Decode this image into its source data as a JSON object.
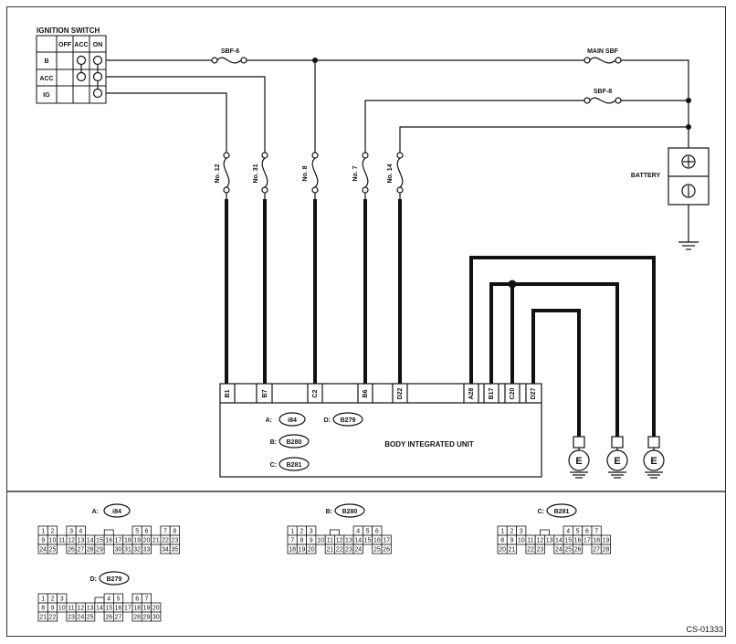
{
  "ignition_switch": {
    "title": "IGNITION SWITCH",
    "columns": [
      "OFF",
      "ACC",
      "ON"
    ],
    "rows": [
      "B",
      "ACC",
      "IG"
    ]
  },
  "fuses": {
    "sbf6": "SBF-6",
    "main_sbf": "MAIN SBF",
    "sbf8": "SBF-8",
    "no12": "No. 12",
    "no31": "No. 31",
    "no8": "No. 8",
    "no7": "No. 7",
    "no14": "No. 14"
  },
  "battery": {
    "label": "BATTERY",
    "plus": "⊕",
    "minus": "⊖"
  },
  "unit": {
    "title": "BODY INTEGRATED UNIT",
    "pins": [
      "B1",
      "B7",
      "C2",
      "B6",
      "D22",
      "A28",
      "B17",
      "C20",
      "D27"
    ],
    "legend": [
      {
        "key": "A:",
        "code": "i84"
      },
      {
        "key": "D:",
        "code": "B279"
      },
      {
        "key": "B:",
        "code": "B280"
      },
      {
        "key": "C:",
        "code": "B281"
      }
    ]
  },
  "ground_label": "E",
  "connectors": {
    "A": {
      "key": "A:",
      "code": "i84",
      "rows": [
        [
          "1",
          "2",
          "",
          "3",
          "4",
          "",
          "",
          "",
          "",
          "",
          "5",
          "6",
          "",
          "7",
          "8"
        ],
        [
          "9",
          "10",
          "11",
          "12",
          "13",
          "14",
          "15",
          "16",
          "17",
          "18",
          "19",
          "20",
          "21",
          "22",
          "23"
        ],
        [
          "24",
          "25",
          "",
          "26",
          "27",
          "28",
          "29",
          "",
          "30",
          "31",
          "32",
          "33",
          "",
          "34",
          "35"
        ]
      ]
    },
    "B": {
      "key": "B:",
      "code": "B280",
      "rows": [
        [
          "1",
          "2",
          "3",
          "",
          "",
          "",
          "",
          "4",
          "5",
          "6"
        ],
        [
          "7",
          "8",
          "9",
          "10",
          "11",
          "12",
          "13",
          "14",
          "15",
          "16",
          "17"
        ],
        [
          "18",
          "19",
          "20",
          "",
          "21",
          "22",
          "23",
          "24",
          "",
          "25",
          "26"
        ]
      ]
    },
    "C": {
      "key": "C:",
      "code": "B281",
      "rows": [
        [
          "1",
          "2",
          "3",
          "",
          "",
          "",
          "",
          "4",
          "5",
          "6",
          "7"
        ],
        [
          "8",
          "9",
          "10",
          "11",
          "12",
          "13",
          "14",
          "15",
          "16",
          "17",
          "18",
          "19"
        ],
        [
          "20",
          "21",
          "",
          "22",
          "23",
          "",
          "24",
          "25",
          "26",
          "",
          "27",
          "28"
        ]
      ]
    },
    "D": {
      "key": "D:",
      "code": "B279",
      "rows": [
        [
          "1",
          "2",
          "3",
          "",
          "",
          "",
          "",
          "4",
          "5",
          "",
          "6",
          "7"
        ],
        [
          "8",
          "9",
          "10",
          "11",
          "12",
          "13",
          "14",
          "15",
          "16",
          "17",
          "18",
          "19",
          "20"
        ],
        [
          "21",
          "22",
          "",
          "23",
          "24",
          "25",
          "",
          "26",
          "27",
          "",
          "28",
          "29",
          "30"
        ]
      ]
    }
  },
  "figure_code": "CS-01333"
}
